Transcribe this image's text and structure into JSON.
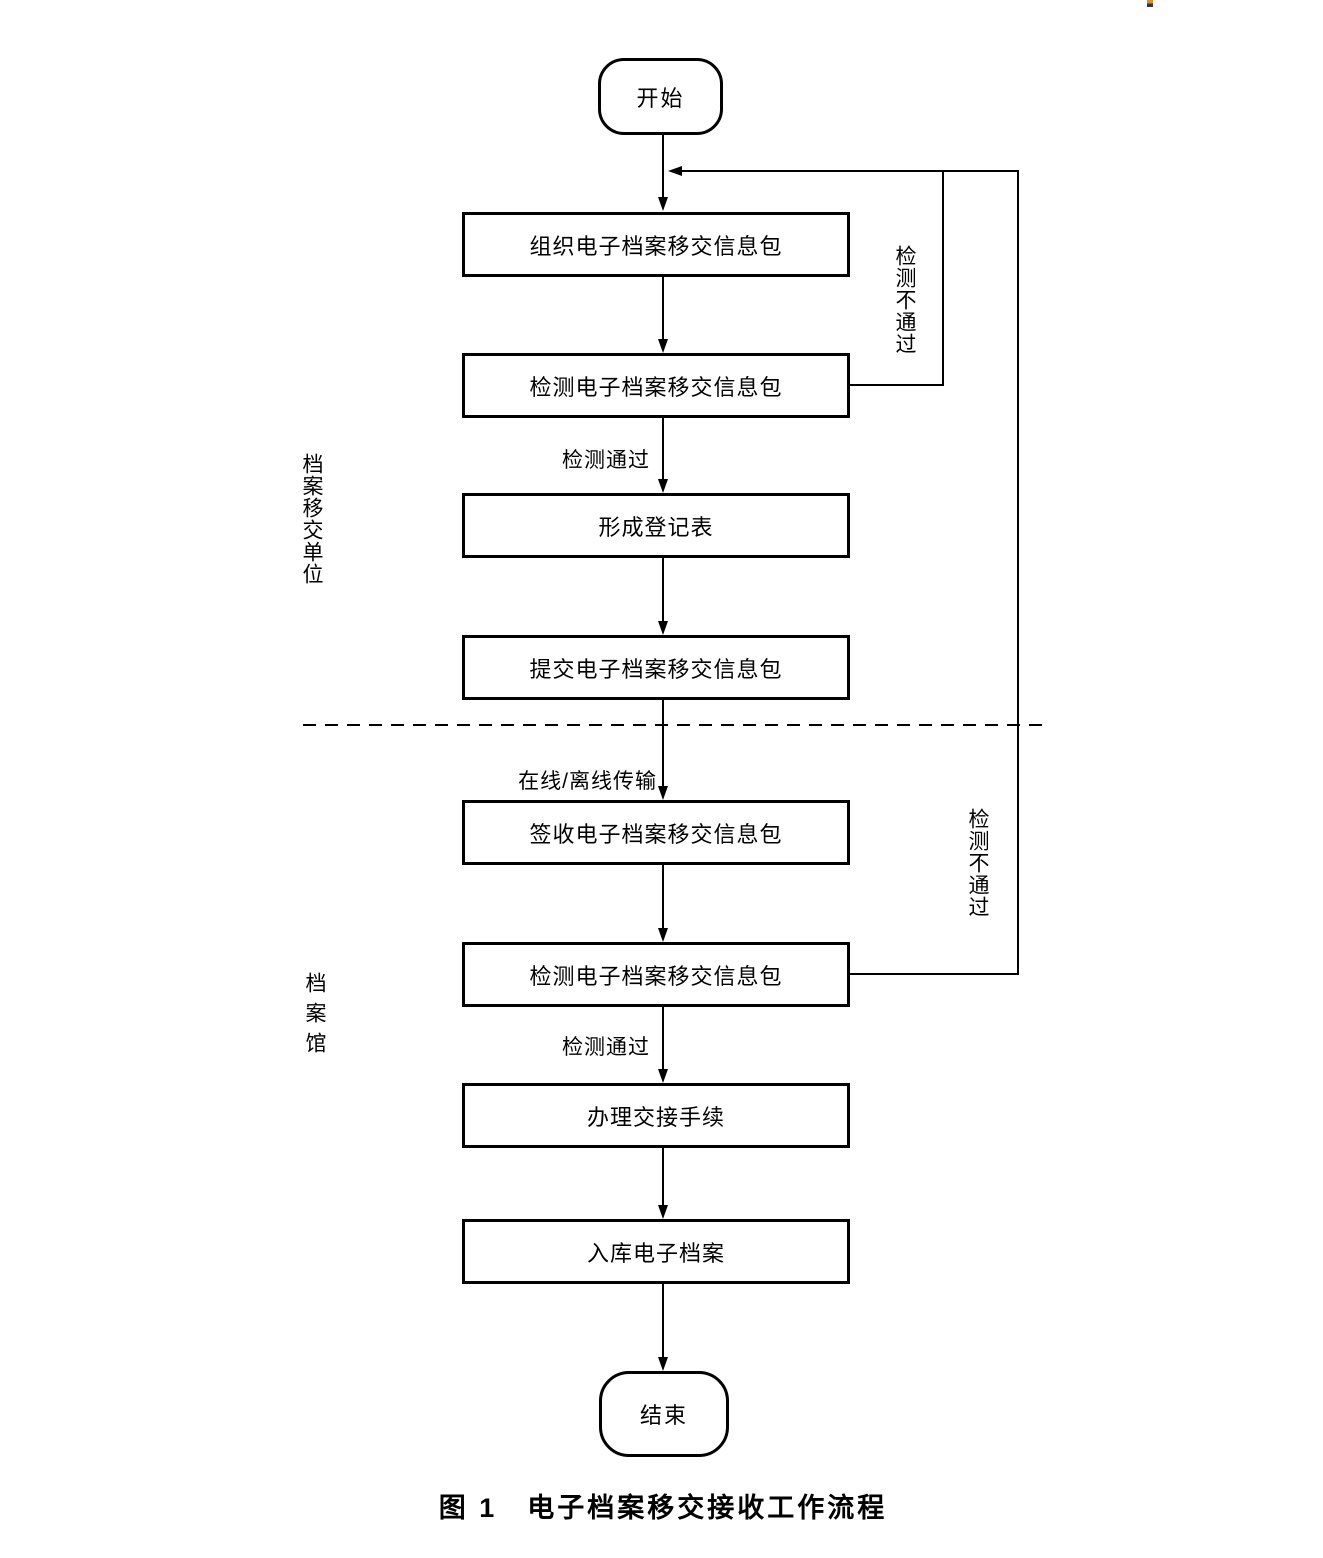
{
  "figure": {
    "caption": "图 1　电子档案移交接收工作流程"
  },
  "lanes": {
    "transfer_unit": "档案移交单位",
    "archive": "档案馆"
  },
  "nodes": {
    "start": "开始",
    "organize": "组织电子档案移交信息包",
    "check_unit": "检测电子档案移交信息包",
    "register": "形成登记表",
    "submit": "提交电子档案移交信息包",
    "receive": "签收电子档案移交信息包",
    "check_archive": "检测电子档案移交信息包",
    "handover": "办理交接手续",
    "store": "入库电子档案",
    "end": "结束"
  },
  "edge_labels": {
    "unit_pass": "检测通过",
    "unit_fail": "检测不通过",
    "transmission": "在线/离线传输",
    "archive_pass": "检测通过",
    "archive_fail": "检测不通过"
  },
  "colors": {
    "ink": "#000000",
    "background": "#ffffff"
  },
  "diagram": {
    "type": "flowchart",
    "flow": [
      "start",
      "organize",
      "check_unit",
      "register",
      "submit",
      "receive",
      "check_archive",
      "handover",
      "store",
      "end"
    ],
    "feedback_edges": [
      {
        "from": "check_unit",
        "to": "organize",
        "label": "检测不通过"
      },
      {
        "from": "check_archive",
        "to": "organize",
        "label": "检测不通过"
      }
    ],
    "lane_divider": "dashed line between 提交电子档案移交信息包 and 签收电子档案移交信息包"
  }
}
